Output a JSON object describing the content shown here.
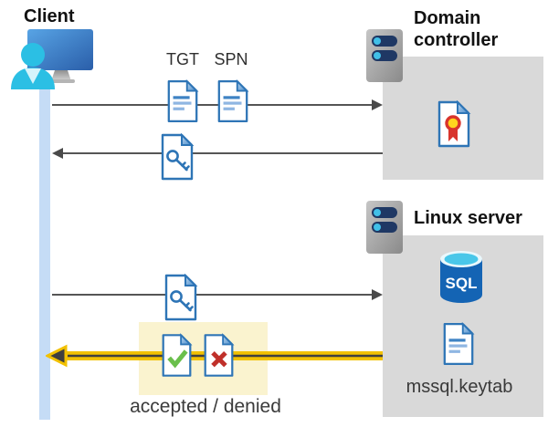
{
  "diagram": {
    "client": {
      "label": "Client"
    },
    "domain_controller": {
      "label": "Domain controller"
    },
    "linux_server": {
      "label": "Linux server"
    },
    "tickets": {
      "tgt_label": "TGT",
      "spn_label": "SPN"
    },
    "keytab": {
      "label": "mssql.keytab"
    },
    "result": {
      "label": "accepted / denied"
    },
    "sql_database": {
      "badge": "SQL"
    }
  },
  "icons": [
    "client-workstation-icon",
    "server-icon",
    "text-document-icon",
    "key-document-icon",
    "certificate-document-icon",
    "sql-database-icon",
    "check-document-icon",
    "cross-document-icon"
  ],
  "colors": {
    "doc_blue": "#2e75b6",
    "doc_line_light": "#8fb6e2",
    "gray_box": "#d9d9d9",
    "timeline_blue": "#c5dcf6",
    "arrow_gray": "#555555",
    "highlight_yellow_box": "#faf3cf",
    "arrow_highlight_yellow": "#f2c100",
    "arrow_highlight_core": "#3f3f3f",
    "check_green": "#6abf4b",
    "cross_red": "#c0302a",
    "sql_body_blue": "#1464b4",
    "sql_top_cyan": "#49c7e9",
    "server_pill_navy": "#1f3864",
    "server_dot_cyan": "#41c0e8",
    "cert_seal_yellow": "#ffd51e",
    "cert_seal_red": "#d8342c"
  }
}
